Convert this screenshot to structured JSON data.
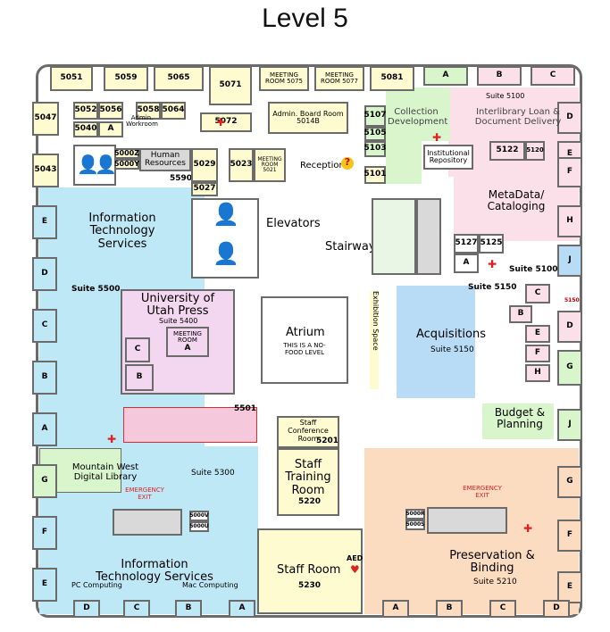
{
  "title": "Level 5",
  "colors": {
    "it_blue": "#bfe8f7",
    "press_pink": "#f3d6f0",
    "yellow": "#fffbd0",
    "green": "#d9f5cc",
    "acq_blue": "#b9dcf6",
    "peach": "#fcdcc0",
    "meta_pink": "#fbe0ea",
    "grey": "#d9d9d9",
    "white_room": "#ffffff"
  },
  "rooms_top": [
    "5051",
    "5059",
    "5065",
    "5071",
    "MEETING ROOM 5075",
    "MEETING ROOM 5077",
    "5081",
    "A",
    "B",
    "C"
  ],
  "rooms": {
    "r5052": "5052",
    "r5056": "5056",
    "r5058": "5058",
    "r5064": "5064",
    "admin_work": "Admin. Workroom",
    "r5040": "5040",
    "rA1": "A",
    "r5072": "5072",
    "board": "Admin. Board Room",
    "board_num": "5014B",
    "r5047": "5047",
    "r5043": "5043",
    "r5000z": "5000Z",
    "r5000y": "5000Y",
    "hr": "Human Resources",
    "r5590": "5590",
    "r5029": "5029",
    "r5023": "5023",
    "r5027": "5027",
    "meet5021": "MEETING ROOM 5021",
    "r5107": "5107",
    "r5105": "5105",
    "r5103": "5103",
    "r5101": "5101",
    "collection": "Collection Development",
    "suite5100": "Suite 5100",
    "ill": "Interlibrary Loan & Document Delivery",
    "inst": "Institutional Repository",
    "r5122": "5122",
    "r5120": "5120",
    "reception": "Reception",
    "meta": "MetaData/ Cataloging",
    "elevators": "Elevators",
    "stairway": "Stairway",
    "r5127": "5127",
    "r5125": "5125",
    "suite5100b": "Suite 5100",
    "suite5150": "Suite 5150",
    "its": "Information Technology Services",
    "suite5500": "Suite 5500",
    "press": "University of Utah Press",
    "suite5400": "Suite 5400",
    "meet_press": "MEETING ROOM",
    "atrium": "Atrium",
    "nofood": "THIS IS A NO-FOOD LEVEL",
    "exhibition": "Exhibition Space",
    "acq": "Acquisitions",
    "acq_suite": "Suite 5150",
    "r5150": "5150",
    "r5501": "5501",
    "staffconf": "Staff Conference Room",
    "r5201": "5201",
    "budget": "Budget & Planning",
    "mwdl": "Mountain West Digital Library",
    "suite5300": "Suite 5300",
    "emergency": "EMERGENCY EXIT",
    "r5000v": "5000V",
    "r5000u": "5000U",
    "staff_training": "Staff Training Room",
    "r5220": "5220",
    "r5000r": "5000R",
    "r5000s": "5000S",
    "its2": "Information Technology Services",
    "pc": "PC Computing",
    "mac": "Mac Computing",
    "staffroom": "Staff Room",
    "r5230": "5230",
    "aed": "AED",
    "preservation": "Preservation & Binding",
    "suite5210": "Suite 5210"
  },
  "side_left": [
    "5047",
    "5043",
    "E",
    "D",
    "C",
    "B",
    "A",
    "G",
    "F",
    "E"
  ],
  "side_right": [
    "D",
    "E",
    "F",
    "H",
    "J",
    "D",
    "G",
    "J",
    "G",
    "F",
    "E"
  ],
  "bottom": [
    "D",
    "C",
    "B",
    "A",
    "A",
    "B",
    "C",
    "D"
  ],
  "press_rooms": [
    "C",
    "B",
    "A"
  ],
  "acq_rooms": [
    "C",
    "B",
    "E",
    "F",
    "H",
    "G"
  ]
}
